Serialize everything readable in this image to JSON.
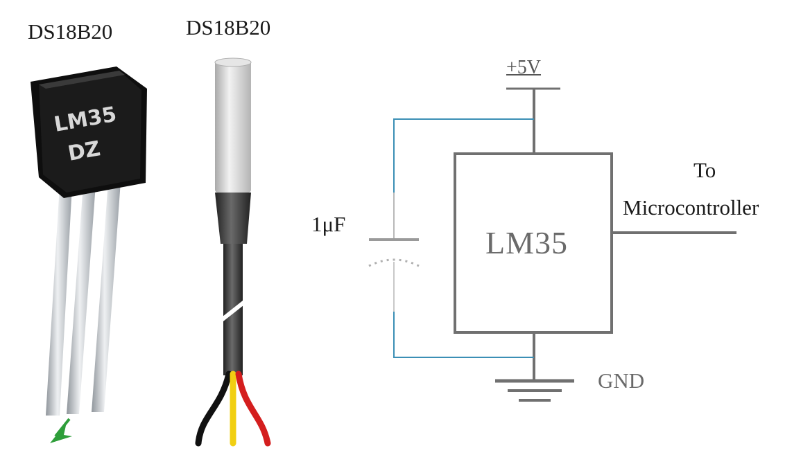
{
  "labels": {
    "sensor_left_title": "DS18B20",
    "sensor_right_title": "DS18B20",
    "chip_marking_line1": "LM35",
    "chip_marking_line2": "DZ",
    "supply_label": "+5V",
    "ic_label": "LM35",
    "capacitor_label": "1μF",
    "output_label_line1": "To",
    "output_label_line2": "Microcontroller",
    "ground_label": "GND"
  },
  "colors": {
    "chip_body": "#1b1b1b",
    "leg_metal": "#c9cdd2",
    "cable_grey": "#3c3c3c",
    "probe_sleeve": "#d6d6d6",
    "wire_black": "#111111",
    "wire_yellow": "#f1cf12",
    "wire_red": "#d41e1e",
    "blue_wire": "#3b8fb5",
    "circuit_grey": "#707070",
    "arrow_green": "#2e9e3a"
  }
}
